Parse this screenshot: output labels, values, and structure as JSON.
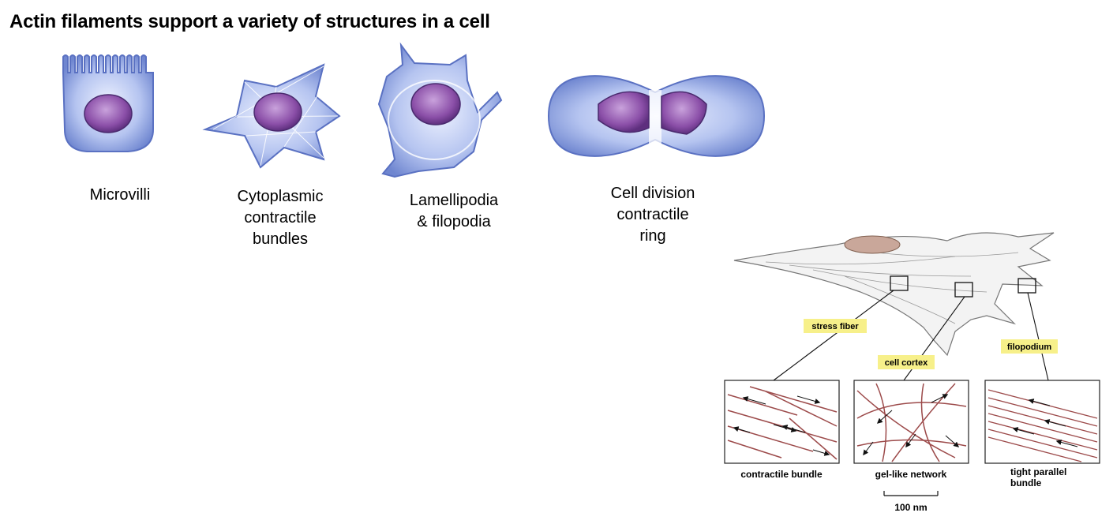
{
  "title": "Actin filaments support a variety of structures in a cell",
  "cell_types": [
    {
      "label": "Microvilli"
    },
    {
      "label_lines": [
        "Cytoplasmic",
        "contractile",
        "bundles"
      ]
    },
    {
      "label_lines": [
        "Lamellipodia",
        "& filopodia"
      ]
    },
    {
      "label_lines": [
        "Cell division",
        "contractile",
        "ring"
      ]
    }
  ],
  "fibroblast": {
    "callouts": [
      "stress fiber",
      "cell cortex",
      "filopodium"
    ],
    "panels": [
      "contractile bundle",
      "gel-like network"
    ],
    "panel3_lines": [
      "tight parallel",
      "bundle"
    ],
    "scale_bar": "100 nm"
  },
  "colors": {
    "cell_fill": "#8fa6e0",
    "nucleus_fill": "#8b4fa8",
    "highlight": "#f7f08a",
    "filament": "#9c4a4a"
  }
}
